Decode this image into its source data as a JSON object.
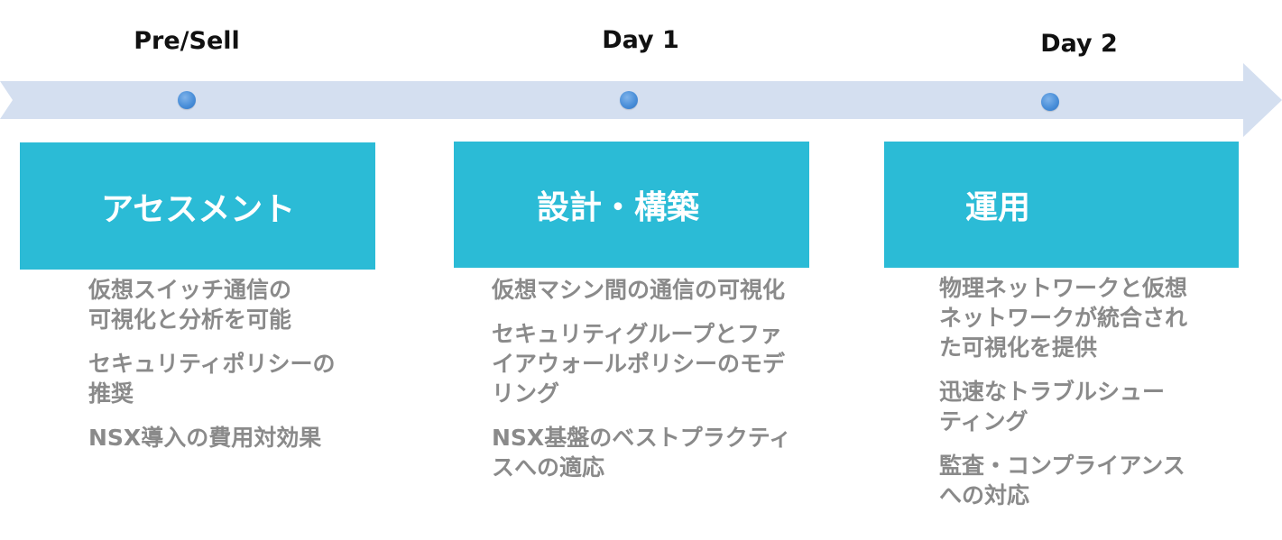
{
  "phases": [
    {
      "label": "Pre/Sell",
      "title": "アセスメント",
      "items": [
        "仮想スイッチ通信の\n可視化と分析を可能",
        "セキュリティポリシーの\n推奨",
        "NSX導入の費用対効果"
      ]
    },
    {
      "label": "Day 1",
      "title": "設計・構築",
      "items": [
        "仮想マシン間の通信の可視化",
        "セキュリティグループとファ\nイアウォールポリシーのモデ\nリング",
        "NSX基盤のベストプラクティ\nスへの適応"
      ]
    },
    {
      "label": "Day 2",
      "title": "運用",
      "items": [
        "物理ネットワークと仮想\nネットワークが統合され\nた可視化を提供",
        "迅速なトラブルシュー\nティング",
        "監査・コンプライアンス\nへの対応"
      ]
    }
  ],
  "colors": {
    "arrow": "#d4dff0",
    "box": "#2bbbd6",
    "dot": "#4a8fd9",
    "item_text": "#8a8a8a"
  }
}
